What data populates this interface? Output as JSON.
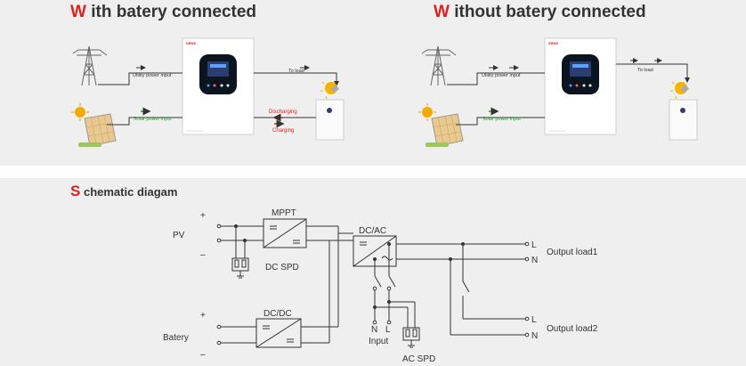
{
  "titles": {
    "with_cap": "W",
    "with_rest": "ith batery connected",
    "without_cap": "W",
    "without_rest": "ithout batery connected",
    "schematic_cap": "S",
    "schematic_rest": "chematic diagam"
  },
  "flow_with": {
    "utility": "Utility power input",
    "solar": "Solar power input",
    "to_load": "To load",
    "discharging": "Discharging",
    "charging": "Charging"
  },
  "flow_without": {
    "utility": "Utility power input",
    "solar": "Solar power input",
    "to_load": "To load"
  },
  "schematic": {
    "pv": "PV",
    "battery": "Batery",
    "plus": "+",
    "minus": "–",
    "mppt": "MPPT",
    "dcdc": "DC/DC",
    "dcac": "DC/AC",
    "dc_spd": "DC SPD",
    "ac_spd": "AC SPD",
    "input": "Input",
    "n": "N",
    "l": "L",
    "out1": "Output load1",
    "out2": "Output load2"
  },
  "colors": {
    "title_accent": "#e02020",
    "solar_text": "#1aa02a",
    "discharging": "#e02020",
    "charging": "#e02020",
    "line": "#333333"
  }
}
